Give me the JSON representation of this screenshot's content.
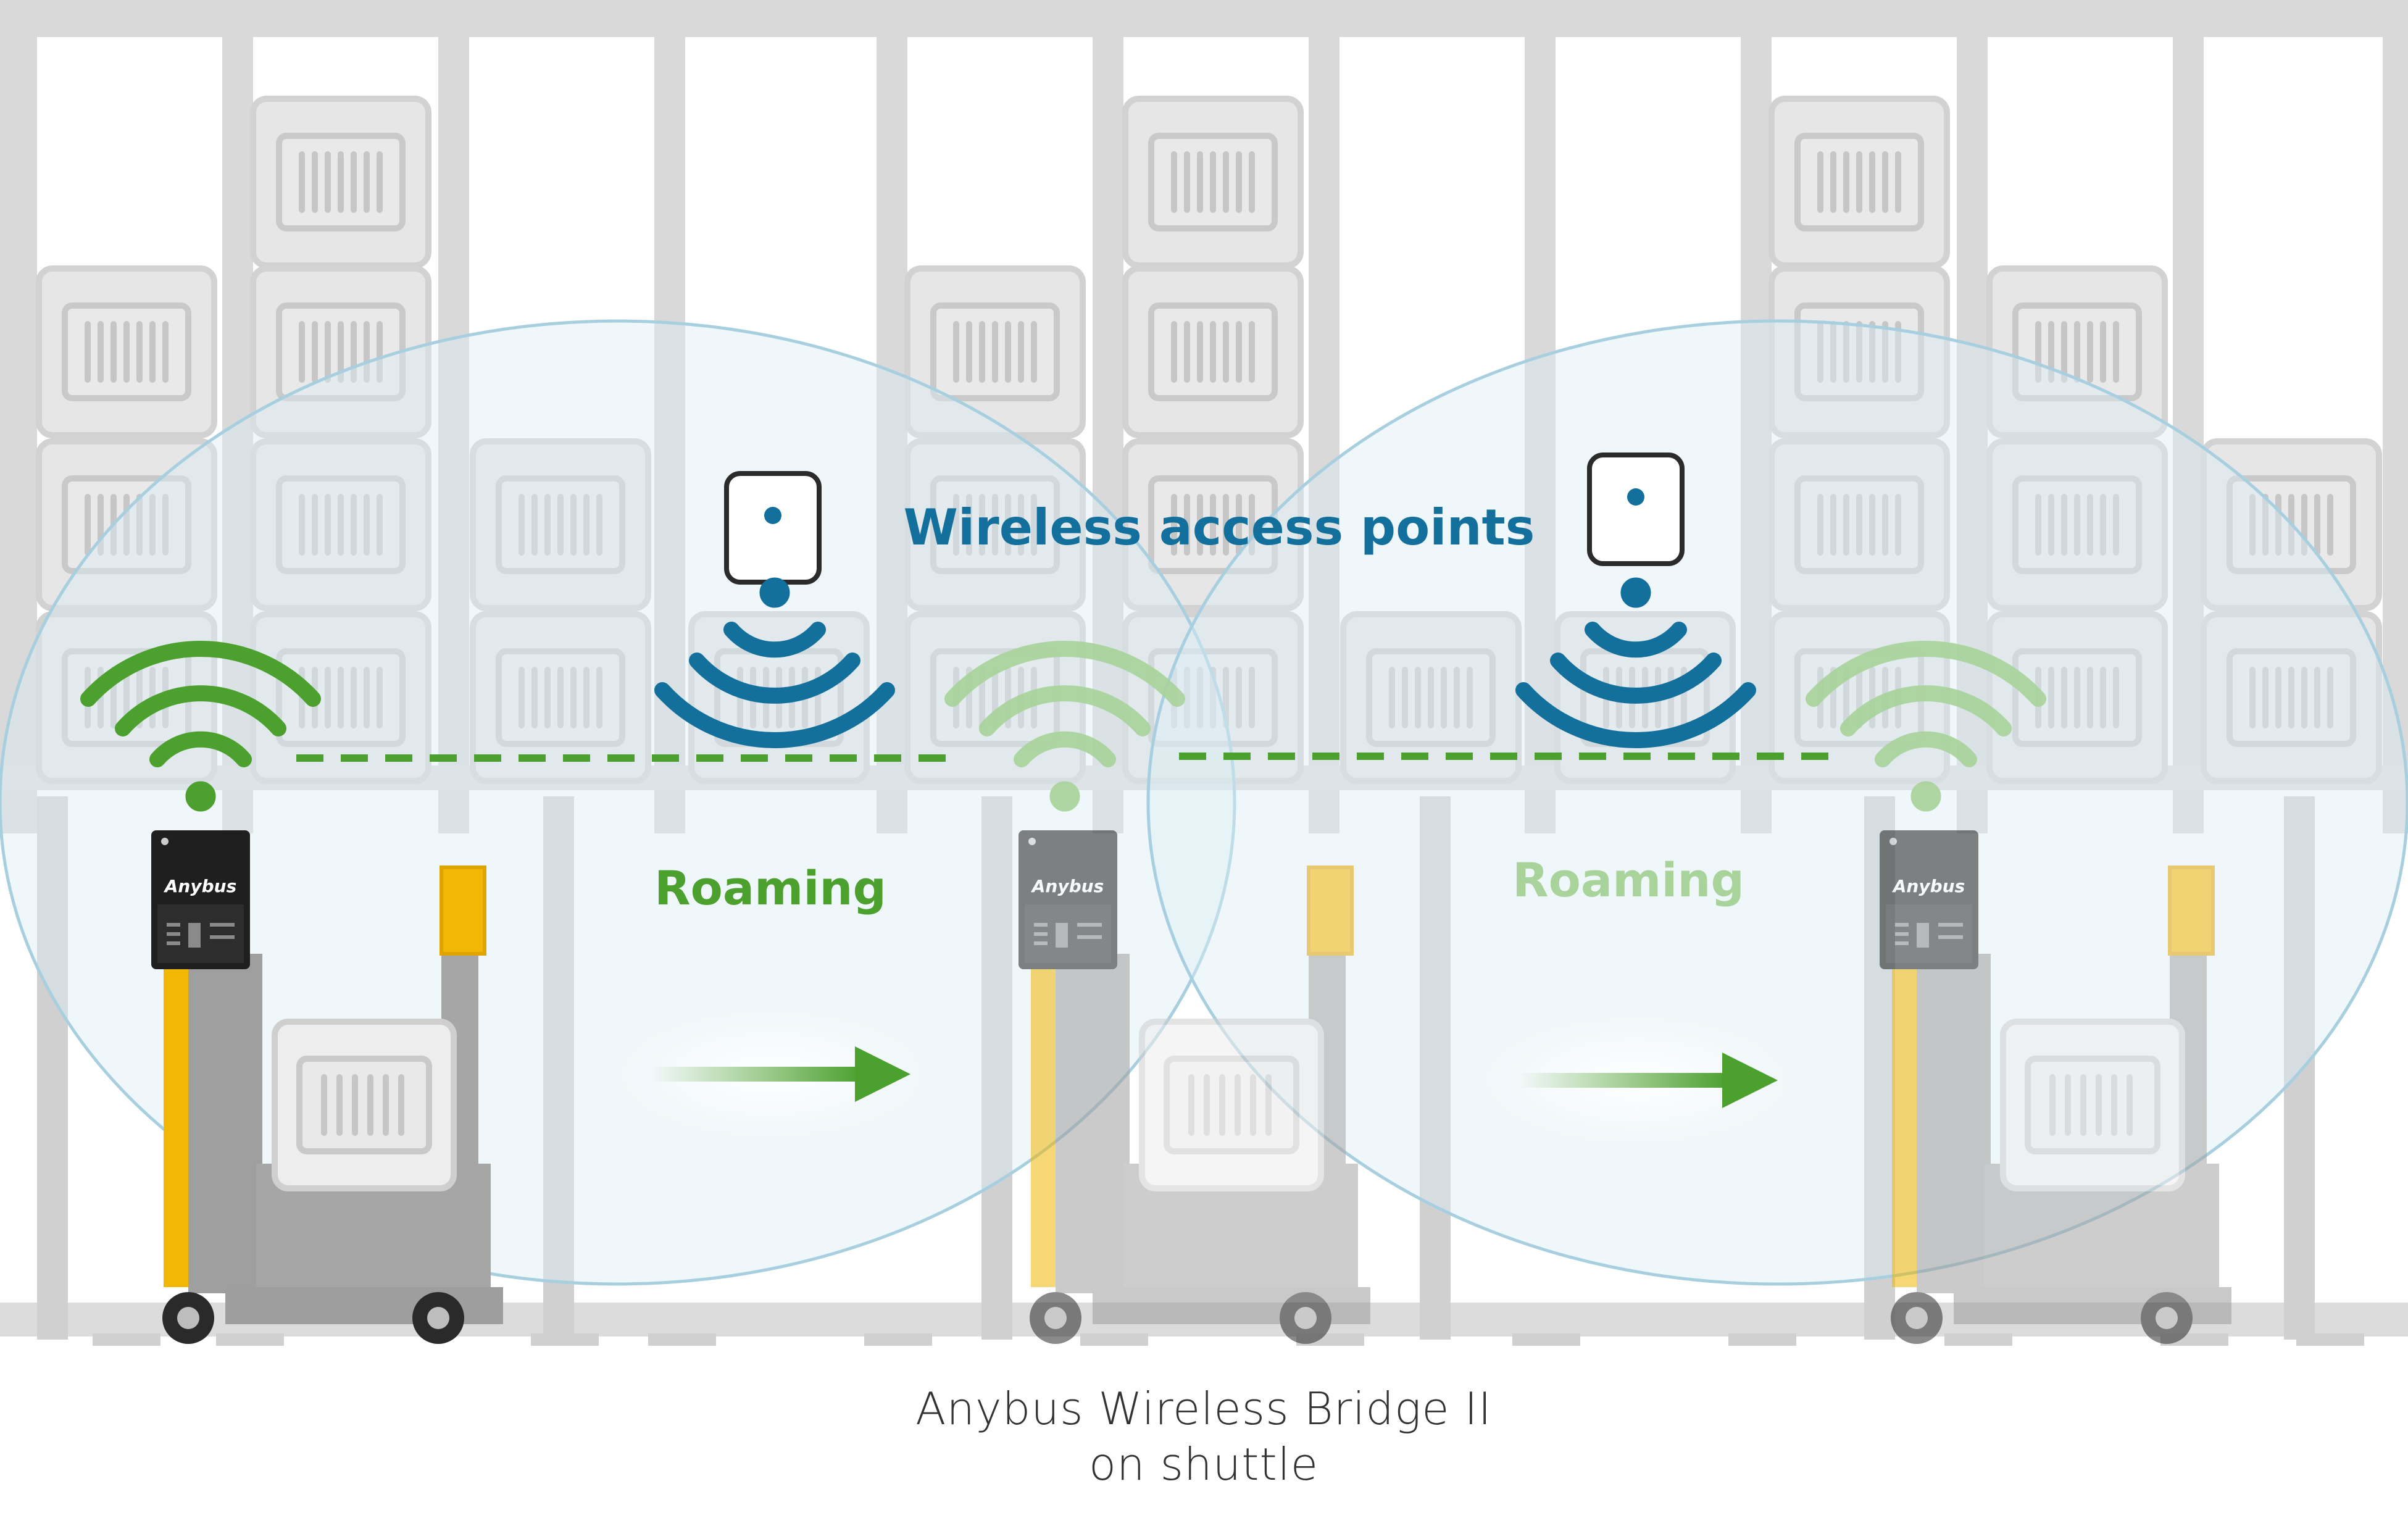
{
  "labels": {
    "access_points": "Wireless access points",
    "roaming_1": "Roaming",
    "roaming_2": "Roaming",
    "device_logo": "Anybus",
    "caption_line1": "Anybus Wireless Bridge II",
    "caption_line2": "on shuttle"
  },
  "colors": {
    "rack": "#d9d9d9",
    "box": "#e6e6e6",
    "blue": "#136f9c",
    "green": "#4ca02e",
    "green_faded": "#a8d39a",
    "yellow": "#f2b705",
    "coverage": "#dbeef5"
  },
  "icons": {
    "access_point": "wireless-access-point-icon",
    "wifi": "wifi-signal-icon",
    "arrow": "arrow-right-icon"
  }
}
